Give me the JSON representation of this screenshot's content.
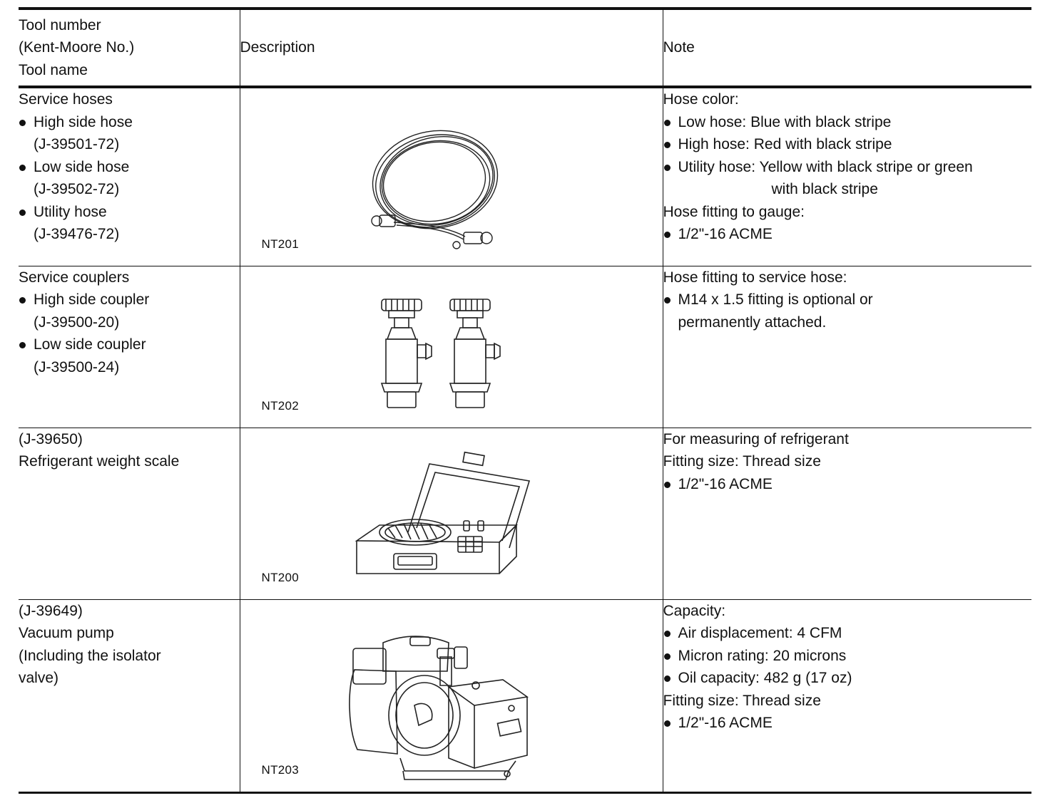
{
  "header": {
    "tool_col": [
      "Tool number",
      "(Kent-Moore No.)",
      "Tool name"
    ],
    "description": "Description",
    "note": "Note"
  },
  "rows": [
    {
      "tool_name": "Service hoses",
      "items": [
        {
          "name": "High side hose",
          "number": "(J-39501-72)"
        },
        {
          "name": "Low side hose",
          "number": "(J-39502-72)"
        },
        {
          "name": "Utility hose",
          "number": "(J-39476-72)"
        }
      ],
      "figure_code": "NT201",
      "illustration_icon": "hose-coil-icon",
      "note": {
        "heading1": "Hose color:",
        "bullets1": [
          "Low hose: Blue with black stripe",
          "High hose: Red with black stripe",
          "Utility hose: Yellow with black stripe or green"
        ],
        "bullets1_cont": "with black stripe",
        "heading2": "Hose fitting to gauge:",
        "bullets2": [
          "1/2\"-16 ACME"
        ]
      }
    },
    {
      "tool_name": "Service couplers",
      "items": [
        {
          "name": "High side coupler",
          "number": "(J-39500-20)"
        },
        {
          "name": "Low side coupler",
          "number": "(J-39500-24)"
        }
      ],
      "figure_code": "NT202",
      "illustration_icon": "coupler-pair-icon",
      "note": {
        "heading1": "Hose fitting to service hose:",
        "bullet_line1": "M14 x 1.5 fitting is optional or",
        "bullet_line2": "permanently attached."
      }
    },
    {
      "tool_number": "(J-39650)",
      "tool_name": "Refrigerant weight scale",
      "figure_code": "NT200",
      "illustration_icon": "weight-scale-icon",
      "note": {
        "line1": "For measuring of refrigerant",
        "line2": "Fitting size: Thread size",
        "bullets": [
          "1/2\"-16 ACME"
        ]
      }
    },
    {
      "tool_number": "(J-39649)",
      "tool_name_lines": [
        "Vacuum pump",
        "(Including the isolator",
        "valve)"
      ],
      "figure_code": "NT203",
      "illustration_icon": "vacuum-pump-icon",
      "note": {
        "heading1": "Capacity:",
        "bullets1": [
          "Air displacement: 4 CFM",
          "Micron rating: 20 microns",
          "Oil capacity: 482 g (17 oz)"
        ],
        "heading2": "Fitting size: Thread size",
        "bullets2": [
          "1/2\"-16 ACME"
        ]
      }
    }
  ]
}
